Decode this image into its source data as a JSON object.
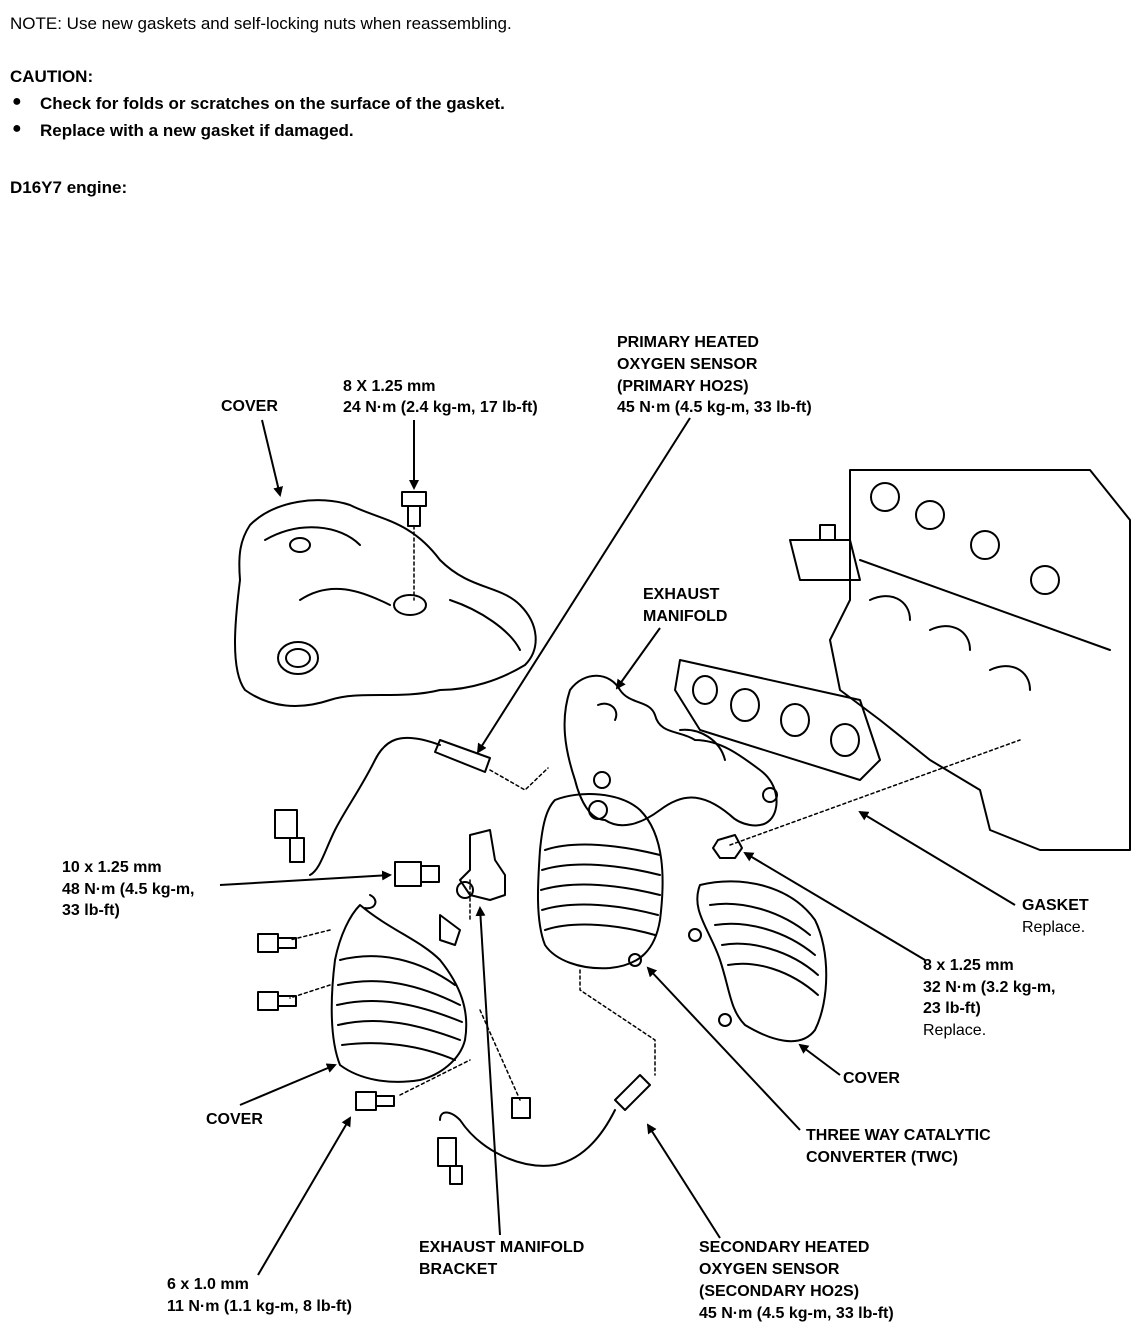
{
  "note": "NOTE:  Use new gaskets and self-locking nuts when reassembling.",
  "caution": {
    "title": "CAUTION:",
    "items": [
      "Check for folds or scratches on the surface of the gasket.",
      "Replace with a new gasket if damaged."
    ]
  },
  "engine_heading": "D16Y7 engine:",
  "labels": {
    "cover_top": "COVER",
    "bolt_top": [
      "8 X 1.25 mm",
      "24 N·m (2.4 kg-m, 17 lb-ft)"
    ],
    "primary_sensor": [
      "PRIMARY HEATED",
      "OXYGEN SENSOR",
      "(PRIMARY HO2S)",
      "45 N·m (4.5 kg-m, 33 lb-ft)"
    ],
    "exhaust_manifold": [
      "EXHAUST",
      "MANIFOLD"
    ],
    "bolt_10": [
      "10 x 1.25 mm",
      "48 N·m (4.5 kg-m,",
      "33 lb-ft)"
    ],
    "gasket": [
      "GASKET",
      "Replace."
    ],
    "nut_8": [
      "8 x 1.25 mm",
      "32 N·m (3.2 kg-m,",
      "23 lb-ft)",
      "Replace."
    ],
    "cover_right": "COVER",
    "cover_left": "COVER",
    "twc": [
      "THREE WAY CATALYTIC",
      "CONVERTER (TWC)"
    ],
    "bracket": [
      "EXHAUST MANIFOLD",
      "BRACKET"
    ],
    "secondary_sensor": [
      "SECONDARY HEATED",
      "OXYGEN SENSOR",
      "(SECONDARY HO2S)",
      "45 N·m (4.5 kg-m, 33 lb-ft)"
    ],
    "bolt_6": [
      "6 x 1.0 mm",
      "11 N·m (1.1 kg-m, 8 lb-ft)"
    ]
  }
}
